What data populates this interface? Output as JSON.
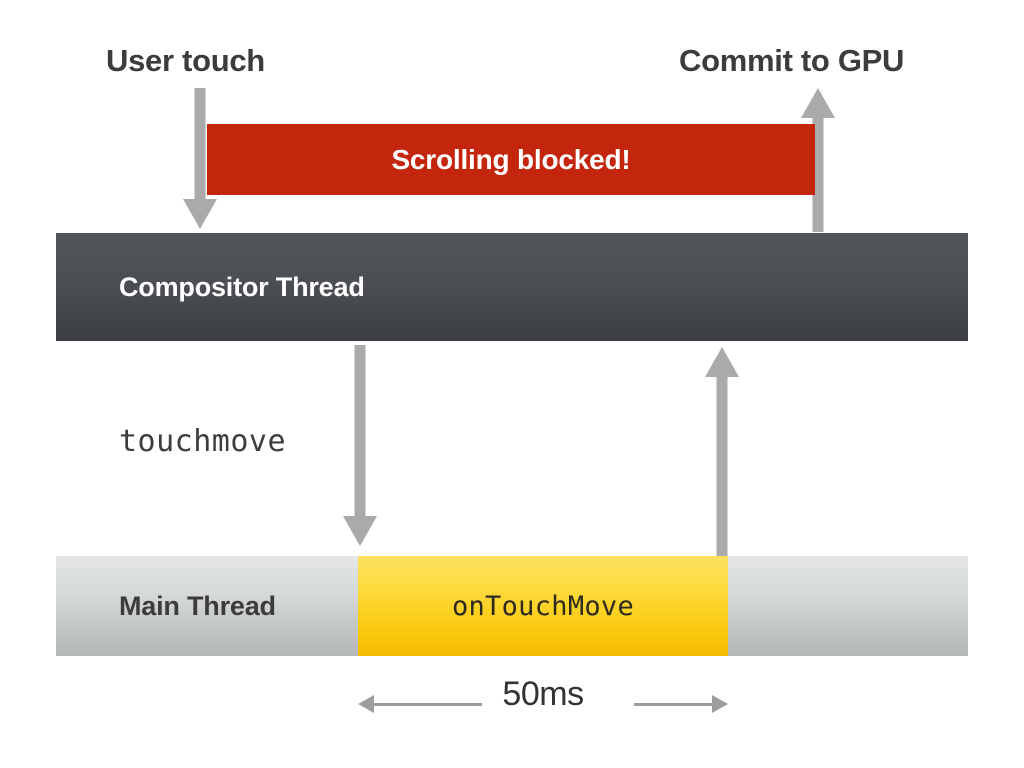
{
  "diagram": {
    "title_labels": {
      "user_touch": "User touch",
      "commit_to_gpu": "Commit to GPU"
    },
    "blocked_bar": {
      "label": "Scrolling blocked!",
      "color": "#c4260d",
      "text_color": "#ffffff"
    },
    "compositor": {
      "label": "Compositor Thread",
      "color_top": "#53565b",
      "color_bottom": "#3a3d41",
      "text_color": "#ffffff"
    },
    "event_label": "touchmove",
    "main_thread": {
      "label": "Main Thread",
      "color_top": "#e4e6e7",
      "color_bottom": "#b4b7b8",
      "text_color": "#3c3c3c"
    },
    "handler_block": {
      "label": "onTouchMove",
      "color_top": "#fbe261",
      "color_bottom": "#f5bc00",
      "text_color": "#2e2a1e"
    },
    "duration": {
      "label": "50ms",
      "arrow_color": "#9d9d9d"
    },
    "arrow_color": "#aaaaaa"
  }
}
